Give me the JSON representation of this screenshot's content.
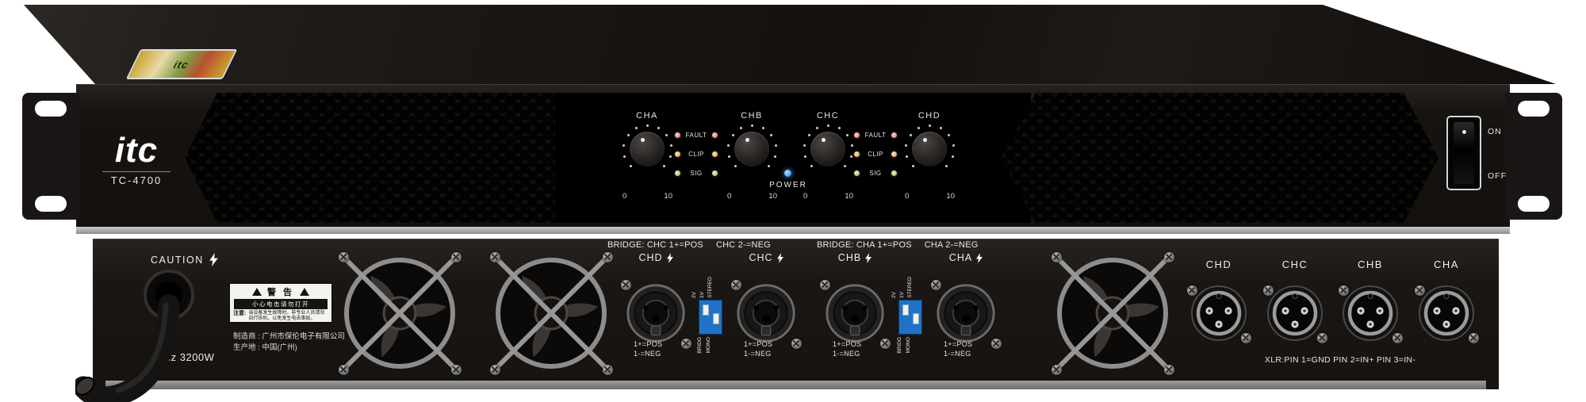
{
  "front": {
    "brand": "itc",
    "model": "TC-4700",
    "top_sticker": "itc",
    "channels": [
      "CHA",
      "CHB",
      "CHC",
      "CHD"
    ],
    "knob_scale": {
      "min": "0",
      "max": "10"
    },
    "led_labels": [
      "FAULT",
      "CLIP",
      "SIG"
    ],
    "power_label": "POWER",
    "switch": {
      "on": "ON",
      "off": "OFF"
    },
    "colors": {
      "fault_led": "#f08f8a",
      "clip_led": "#f5b26b",
      "sig_led": "#b5d67d",
      "power_led": "#4fa3f7",
      "chassis": "#17130f"
    }
  },
  "rear": {
    "caution": "CAUTION",
    "warning": {
      "title": "警 告",
      "subtitle": "小心电击请勿打开",
      "note": "注意:",
      "line1": "当设备发生故障时，非专业人员请勿",
      "line2": "自行拆机，以免发生电击事故。"
    },
    "manufacturer_line1": "制造商 : 广州市保伦电子有限公司",
    "manufacturer_line2": "生产地 : 中国(广州)",
    "power_spec": "0Hz 3200W",
    "speakon_groups": [
      {
        "bridge_label": "BRIDGE: CHC 1+=POS",
        "bridge_neg": "CHC 2-=NEG",
        "left_channel": "CHD",
        "right_channel": "CHC",
        "pos": "1+=POS",
        "neg": "1-=NEG",
        "dip": {
          "v2": "2V",
          "v1": "1V",
          "stereo": "STEREO",
          "bridge": "BRIDG",
          "mono": "MONO"
        }
      },
      {
        "bridge_label": "BRIDGE: CHA 1+=POS",
        "bridge_neg": "CHA 2-=NEG",
        "left_channel": "CHB",
        "right_channel": "CHA",
        "pos": "1+=POS",
        "neg": "1-=NEG",
        "dip": {
          "v2": "2V",
          "v1": "1V",
          "stereo": "STEREO",
          "bridge": "BRIDG",
          "mono": "MONO"
        }
      }
    ],
    "xlr": {
      "labels": [
        "CHD",
        "CHC",
        "CHB",
        "CHA"
      ],
      "pin_text": "XLR:PIN 1=GND PIN 2=IN+ PIN 3=IN-"
    }
  }
}
